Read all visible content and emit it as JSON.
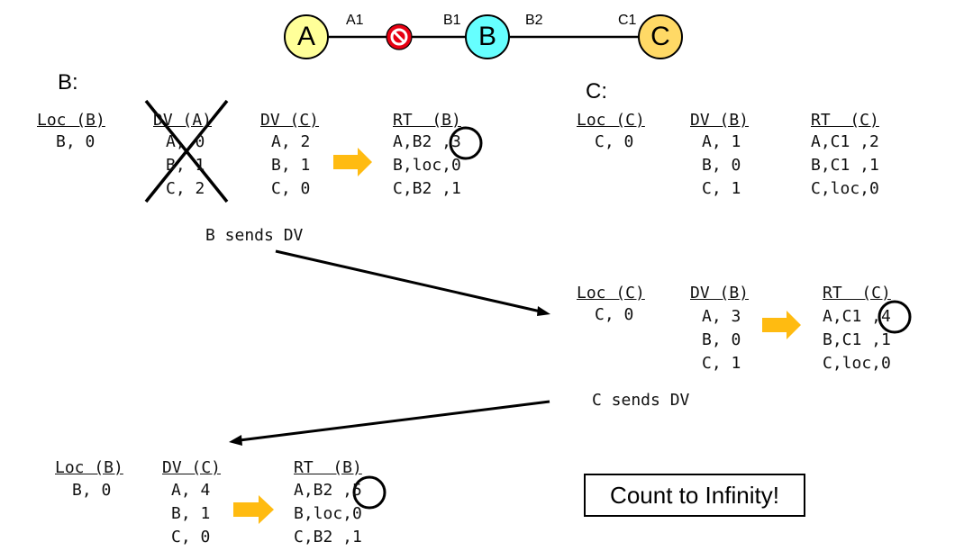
{
  "colors": {
    "nodeA": "#ffff99",
    "nodeB": "#66ffff",
    "nodeC": "#ffd966",
    "arrow": "#ffbb11",
    "noEntry": "#e60012"
  },
  "topology": {
    "nodes": [
      "A",
      "B",
      "C"
    ],
    "ports": [
      "A1",
      "B1",
      "B2",
      "C1"
    ],
    "broken_link_icon": "no-entry-icon"
  },
  "section_b_label": "B:",
  "section_c_label": "C:",
  "b_state": {
    "loc": {
      "header": "Loc (B)",
      "rows": [
        "B, 0"
      ]
    },
    "dv_a": {
      "header": "DV (A)",
      "rows": [
        "A, 0",
        "B, 1",
        "C, 2"
      ]
    },
    "dv_c": {
      "header": "DV (C)",
      "rows": [
        "A, 2",
        "B, 1",
        "C, 0"
      ]
    },
    "rt": {
      "header": "RT  (B)",
      "rows": [
        "A,B2 ,3",
        "B,loc,0",
        "C,B2 ,1"
      ]
    }
  },
  "c_state": {
    "loc": {
      "header": "Loc (C)",
      "rows": [
        "C, 0"
      ]
    },
    "dv_b": {
      "header": "DV (B)",
      "rows": [
        "A, 1",
        "B, 0",
        "C, 1"
      ]
    },
    "rt": {
      "header": "RT  (C)",
      "rows": [
        "A,C1 ,2",
        "B,C1 ,1",
        "C,loc,0"
      ]
    }
  },
  "b_sends": "B sends DV",
  "c_state2": {
    "loc": {
      "header": "Loc (C)",
      "rows": [
        "C, 0"
      ]
    },
    "dv_b": {
      "header": "DV (B)",
      "rows": [
        "A, 3",
        "B, 0",
        "C, 1"
      ]
    },
    "rt": {
      "header": "RT  (C)",
      "rows": [
        "A,C1 ,4",
        "B,C1 ,1",
        "C,loc,0"
      ]
    }
  },
  "c_sends": "C sends DV",
  "b_state2": {
    "loc": {
      "header": "Loc (B)",
      "rows": [
        "B, 0"
      ]
    },
    "dv_c": {
      "header": "DV (C)",
      "rows": [
        "A, 4",
        "B, 1",
        "C, 0"
      ]
    },
    "rt": {
      "header": "RT  (B)",
      "rows": [
        "A,B2 ,5",
        "B,loc,0",
        "C,B2 ,1"
      ]
    }
  },
  "callout": "Count to Infinity!"
}
